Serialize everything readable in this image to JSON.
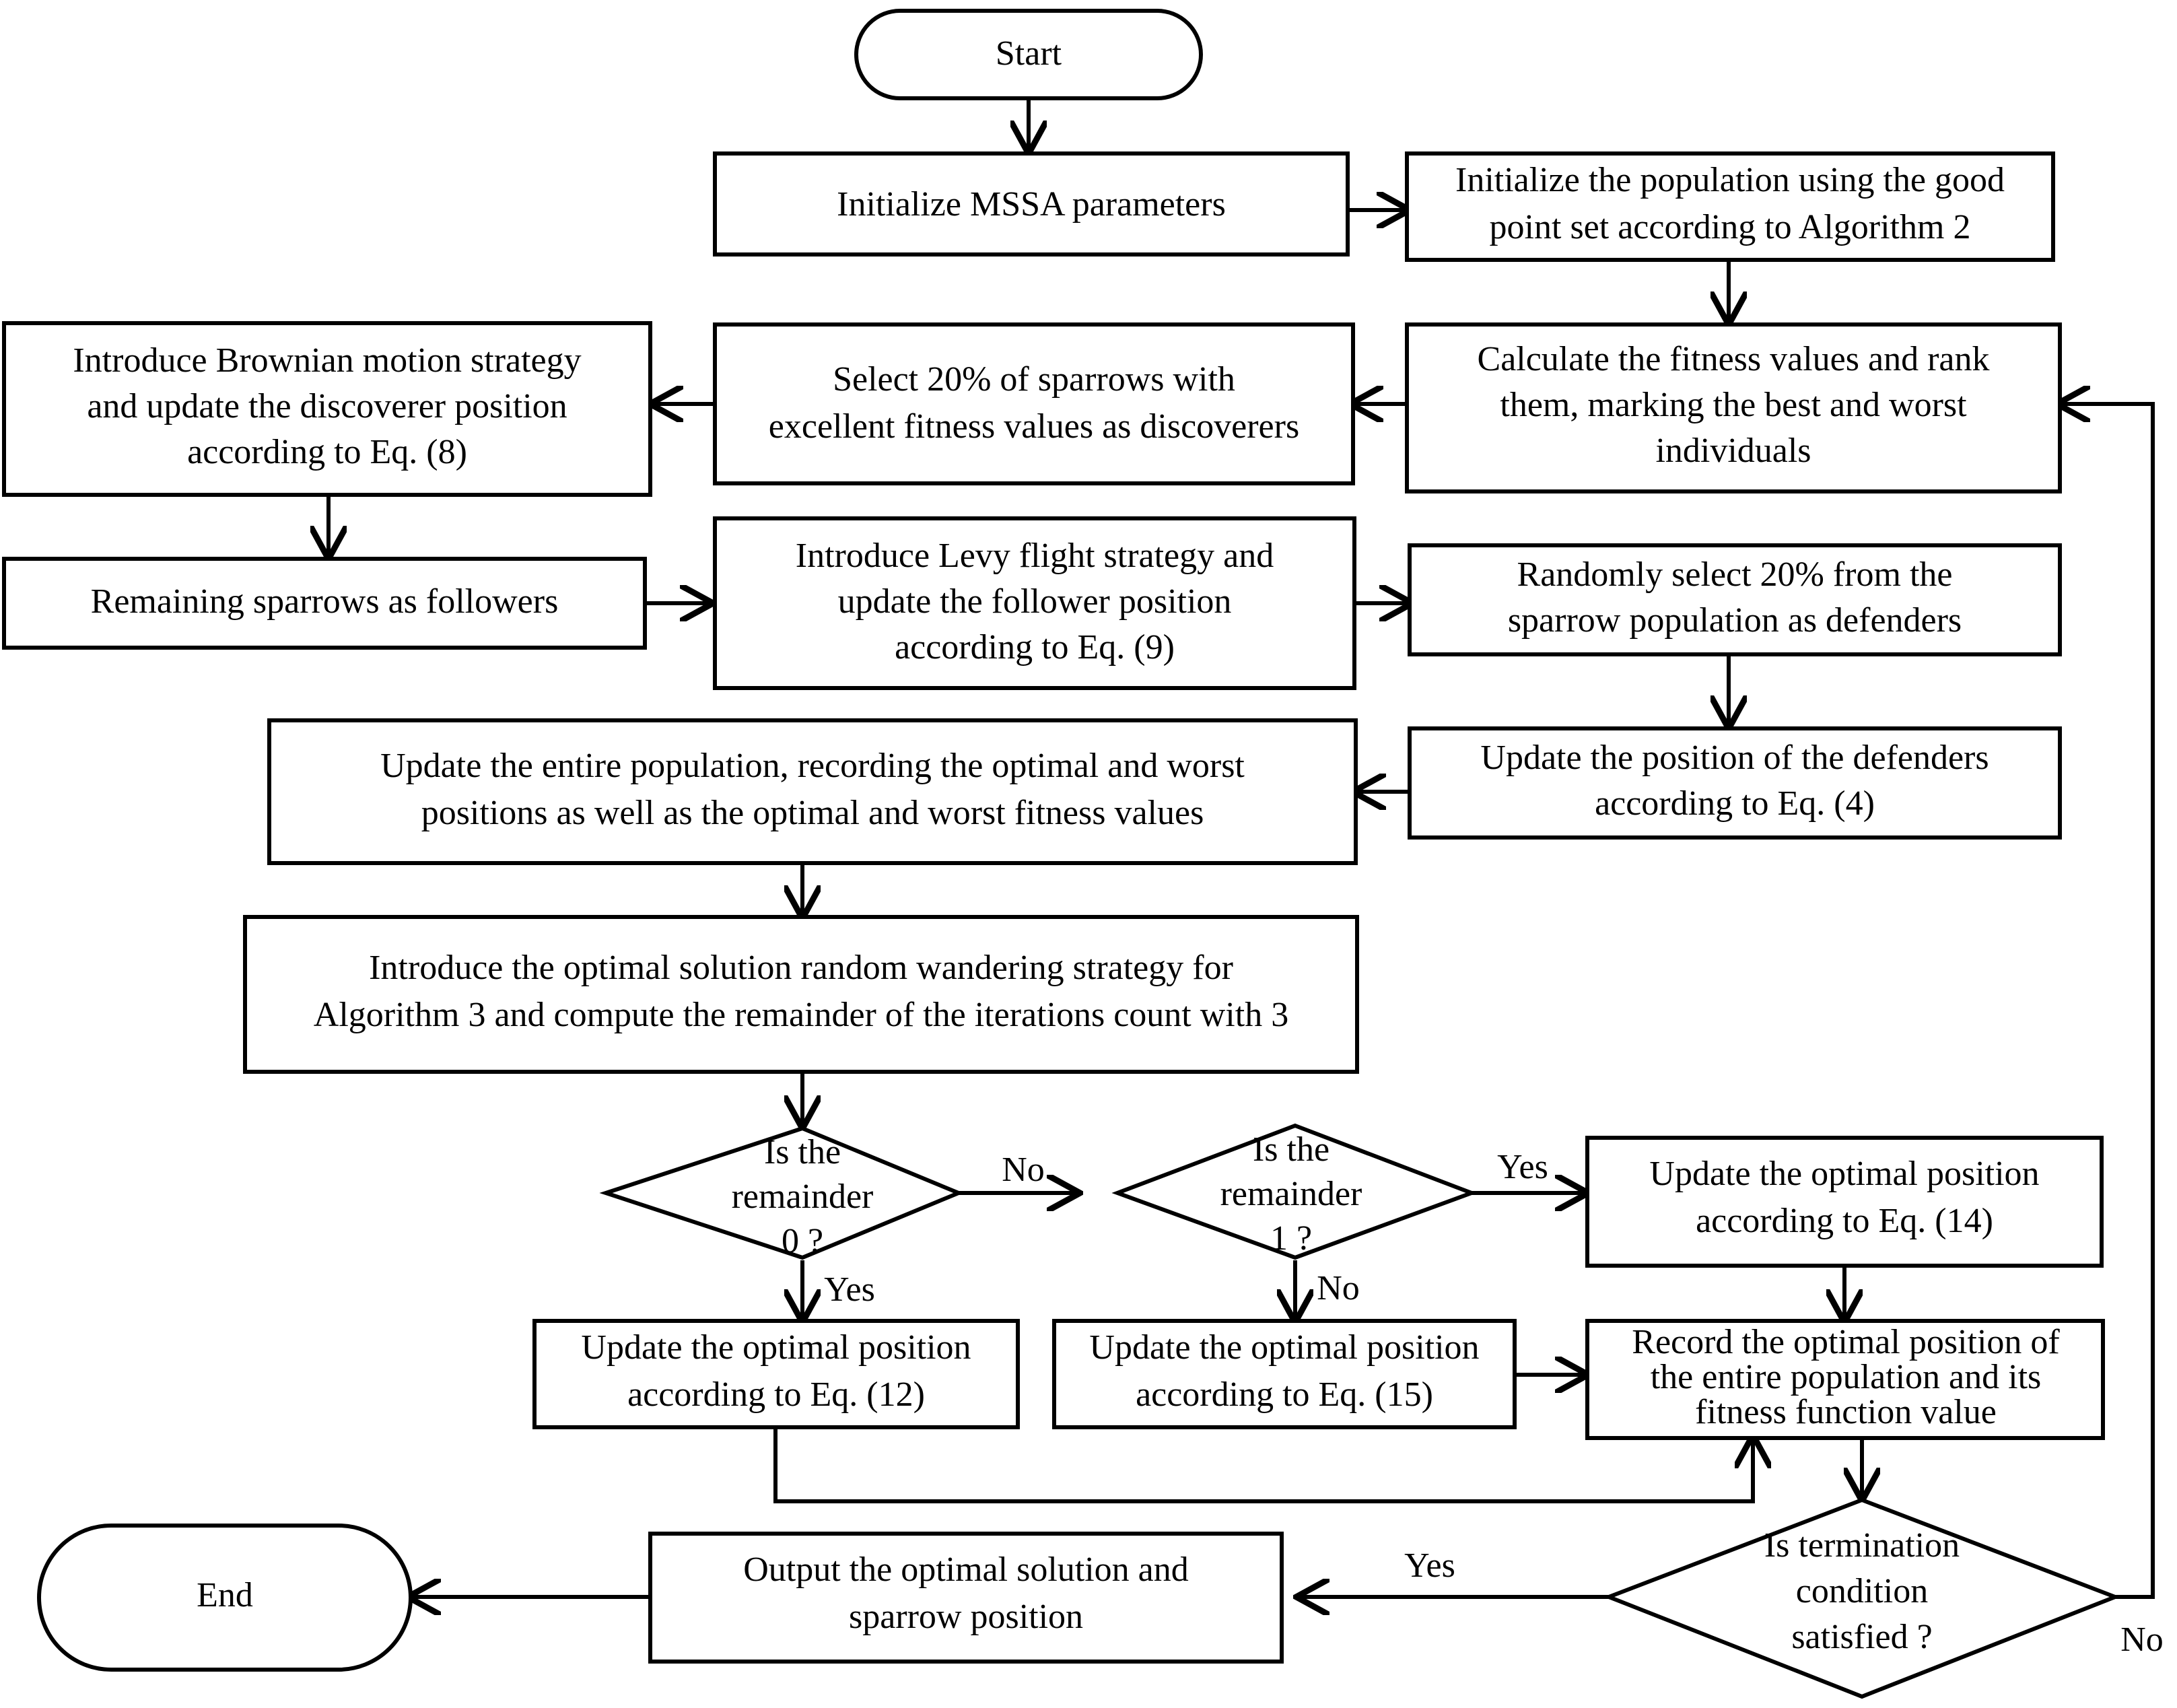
{
  "diagram": {
    "title": "MSSA algorithm flowchart",
    "colors": {
      "stroke": "#000000",
      "background": "#ffffff",
      "text": "#000000"
    },
    "nodes": {
      "start": {
        "label": "Start",
        "shape": "terminator"
      },
      "init_params": {
        "label": "Initialize MSSA parameters",
        "shape": "process"
      },
      "init_population_l1": {
        "label": "Initialize the population using the good",
        "shape": "process"
      },
      "init_population_l2": {
        "label": "point set according to Algorithm 2",
        "shape": "process"
      },
      "calc_fitness_l1": {
        "label": "Calculate the fitness values and rank",
        "shape": "process"
      },
      "calc_fitness_l2": {
        "label": "them, marking the best and worst",
        "shape": "process"
      },
      "calc_fitness_l3": {
        "label": "individuals",
        "shape": "process"
      },
      "select_discoverers_l1": {
        "label": "Select 20% of sparrows with",
        "shape": "process"
      },
      "select_discoverers_l2": {
        "label": "excellent fitness values as discoverers",
        "shape": "process"
      },
      "brownian_l1": {
        "label": "Introduce Brownian motion strategy",
        "shape": "process"
      },
      "brownian_l2": {
        "label": "and update the discoverer position",
        "shape": "process"
      },
      "brownian_l3": {
        "label": "according to Eq. (8)",
        "shape": "process"
      },
      "followers": {
        "label": "Remaining sparrows as followers",
        "shape": "process"
      },
      "levy_l1": {
        "label": "Introduce Levy flight strategy and",
        "shape": "process"
      },
      "levy_l2": {
        "label": "update the follower position",
        "shape": "process"
      },
      "levy_l3": {
        "label": "according to Eq. (9)",
        "shape": "process"
      },
      "defenders_l1": {
        "label": "Randomly select 20% from the",
        "shape": "process"
      },
      "defenders_l2": {
        "label": "sparrow population as defenders",
        "shape": "process"
      },
      "update_defenders_l1": {
        "label": "Update the position of the defenders",
        "shape": "process"
      },
      "update_defenders_l2": {
        "label": "according to Eq. (4)",
        "shape": "process"
      },
      "update_population_l1": {
        "label": "Update the entire population, recording the optimal and worst",
        "shape": "process"
      },
      "update_population_l2": {
        "label": "positions as well as the optimal and worst fitness values",
        "shape": "process"
      },
      "random_wander_l1": {
        "label": "Introduce the optimal solution random wandering strategy for",
        "shape": "process"
      },
      "random_wander_l2": {
        "label": "Algorithm 3 and compute the remainder of the iterations count with 3",
        "shape": "process"
      },
      "decision_rem0_l1": {
        "label": "Is the",
        "shape": "decision"
      },
      "decision_rem0_l2": {
        "label": "remainder",
        "shape": "decision"
      },
      "decision_rem0_l3": {
        "label": "0 ?",
        "shape": "decision"
      },
      "decision_rem1_l1": {
        "label": "Is the",
        "shape": "decision"
      },
      "decision_rem1_l2": {
        "label": "remainder",
        "shape": "decision"
      },
      "decision_rem1_l3": {
        "label": "1 ?",
        "shape": "decision"
      },
      "update_eq14_l1": {
        "label": "Update the optimal position",
        "shape": "process"
      },
      "update_eq14_l2": {
        "label": "according to Eq. (14)",
        "shape": "process"
      },
      "update_eq12_l1": {
        "label": "Update the optimal position",
        "shape": "process"
      },
      "update_eq12_l2": {
        "label": "according to Eq. (12)",
        "shape": "process"
      },
      "update_eq15_l1": {
        "label": "Update the optimal position",
        "shape": "process"
      },
      "update_eq15_l2": {
        "label": "according to Eq. (15)",
        "shape": "process"
      },
      "record_optimal_l1": {
        "label": "Record the optimal position of",
        "shape": "process"
      },
      "record_optimal_l2": {
        "label": "the entire population and its",
        "shape": "process"
      },
      "record_optimal_l3": {
        "label": "fitness function value",
        "shape": "process"
      },
      "decision_terminate_l1": {
        "label": "Is termination",
        "shape": "decision"
      },
      "decision_terminate_l2": {
        "label": "condition",
        "shape": "decision"
      },
      "decision_terminate_l3": {
        "label": "satisfied ?",
        "shape": "decision"
      },
      "output_l1": {
        "label": "Output the optimal solution and",
        "shape": "process"
      },
      "output_l2": {
        "label": "sparrow position",
        "shape": "process"
      },
      "end": {
        "label": "End",
        "shape": "terminator"
      }
    },
    "edge_labels": {
      "rem0_no": "No",
      "rem0_yes": "Yes",
      "rem1_yes": "Yes",
      "rem1_no": "No",
      "terminate_yes": "Yes",
      "terminate_no": "No"
    }
  }
}
